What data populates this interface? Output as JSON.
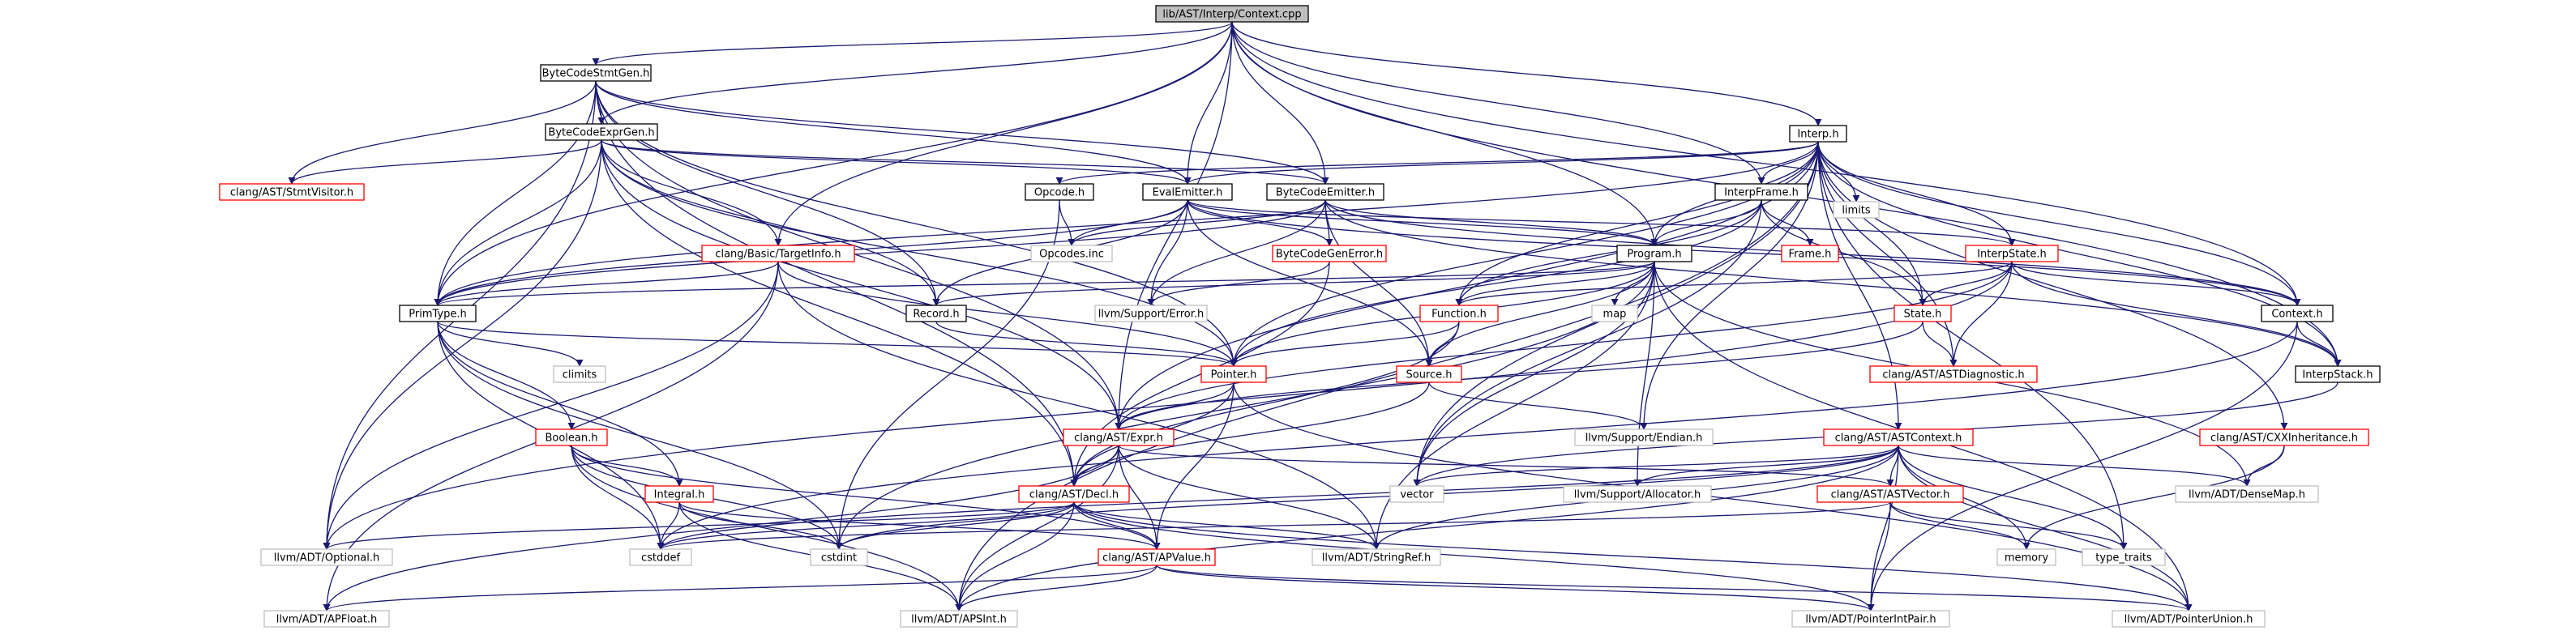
{
  "colors": {
    "edge": "#191970",
    "node_black_border": "#000000",
    "node_red_border": "#ff0000",
    "node_gray_border": "#bfbfbf",
    "root_fill": "#bfbfbf"
  },
  "nodes": {
    "root": "lib/AST/Interp/Context.cpp",
    "bytecodestmtgen": "ByteCodeStmtGen.h",
    "bytecodeexprgen": "ByteCodeExprGen.h",
    "interp": "Interp.h",
    "stmtvisitor": "clang/AST/StmtVisitor.h",
    "opcode": "Opcode.h",
    "evalemitter": "EvalEmitter.h",
    "bytecodeemitter": "ByteCodeEmitter.h",
    "interpframe": "InterpFrame.h",
    "limits": "limits",
    "targetinfo": "clang/Basic/TargetInfo.h",
    "opcodesinc": "Opcodes.inc",
    "bytecodegenerror": "ByteCodeGenError.h",
    "program": "Program.h",
    "frame": "Frame.h",
    "interpstate": "InterpState.h",
    "primtype": "PrimType.h",
    "record": "Record.h",
    "supporterror": "llvm/Support/Error.h",
    "function": "Function.h",
    "map": "map",
    "state": "State.h",
    "context": "Context.h",
    "climits": "climits",
    "pointer": "Pointer.h",
    "source": "Source.h",
    "astdiagnostic": "clang/AST/ASTDiagnostic.h",
    "interpstack": "InterpStack.h",
    "boolean": "Boolean.h",
    "expr": "clang/AST/Expr.h",
    "endian": "llvm/Support/Endian.h",
    "astcontext": "clang/AST/ASTContext.h",
    "cxxinheritance": "clang/AST/CXXInheritance.h",
    "integral": "Integral.h",
    "decl": "clang/AST/Decl.h",
    "vector": "vector",
    "allocator": "llvm/Support/Allocator.h",
    "astvector": "clang/AST/ASTVector.h",
    "densemap": "llvm/ADT/DenseMap.h",
    "optional": "llvm/ADT/Optional.h",
    "cstddef": "cstddef",
    "cstdint": "cstdint",
    "stringref": "llvm/ADT/StringRef.h",
    "memory": "memory",
    "typetraits": "type_traits",
    "apvalue": "clang/AST/APValue.h",
    "apfloat": "llvm/ADT/APFloat.h",
    "apsint": "llvm/ADT/APSInt.h",
    "pointerintpair": "llvm/ADT/PointerIntPair.h",
    "pointerunion": "llvm/ADT/PointerUnion.h"
  }
}
